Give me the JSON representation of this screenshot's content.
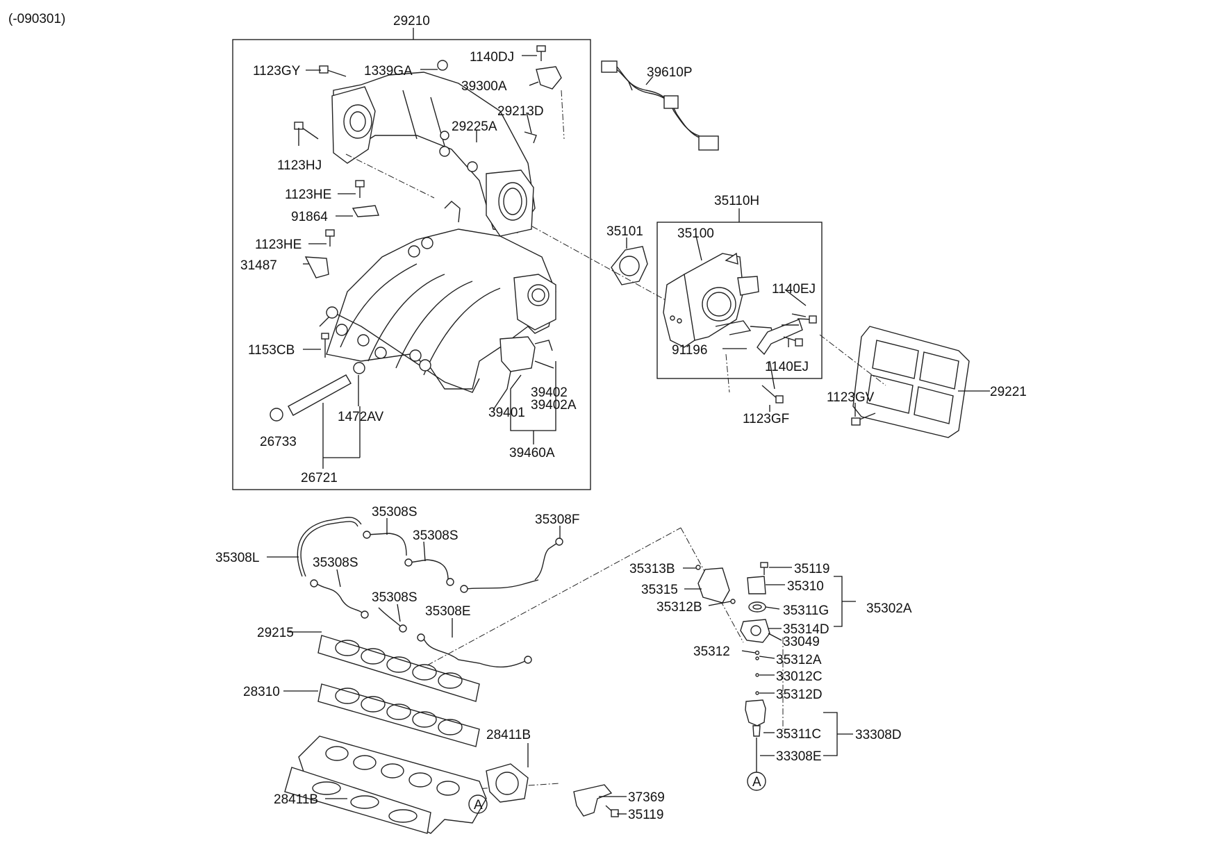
{
  "doc": {
    "code": "(-090301)"
  },
  "labels": {
    "l29210": "29210",
    "l1123GY": "1123GY",
    "l1339GA": "1339GA",
    "l1140DJ": "1140DJ",
    "l39300A": "39300A",
    "l29213D": "29213D",
    "l29225A": "29225A",
    "l1123HJ": "1123HJ",
    "l1123HE_a": "1123HE",
    "l91864": "91864",
    "l1123HE_b": "1123HE",
    "l31487": "31487",
    "l1153CB": "1153CB",
    "l39402": "39402",
    "l39401": "39401",
    "l39402A": "39402A",
    "l1472AV": "1472AV",
    "l26733": "26733",
    "l39460A": "39460A",
    "l26721": "26721",
    "l39610P": "39610P",
    "l35110H": "35110H",
    "l35101": "35101",
    "l35100": "35100",
    "l1140EJ_a": "1140EJ",
    "l91196": "91196",
    "l1140EJ_b": "1140EJ",
    "l1123GF": "1123GF",
    "l1123GV": "1123GV",
    "l29221": "29221",
    "l35308S_a": "35308S",
    "l35308S_b": "35308S",
    "l35308F": "35308F",
    "l35308L": "35308L",
    "l35308S_c": "35308S",
    "l35308S_d": "35308S",
    "l35308E": "35308E",
    "l29215": "29215",
    "l28310": "28310",
    "l28411B_a": "28411B",
    "l28411B_b": "28411B",
    "l37369": "37369",
    "l35119_a": "35119",
    "l35313B": "35313B",
    "l35119_b": "35119",
    "l35315": "35315",
    "l35310": "35310",
    "l35312B": "35312B",
    "l35311G": "35311G",
    "l35302A": "35302A",
    "l35314D": "35314D",
    "l33049": "33049",
    "l35312": "35312",
    "l35312A": "35312A",
    "l33012C": "33012C",
    "l35312D": "35312D",
    "l35311C": "35311C",
    "l33308D": "33308D",
    "l33308E": "33308E",
    "refA_a": "A",
    "refA_b": "A"
  }
}
